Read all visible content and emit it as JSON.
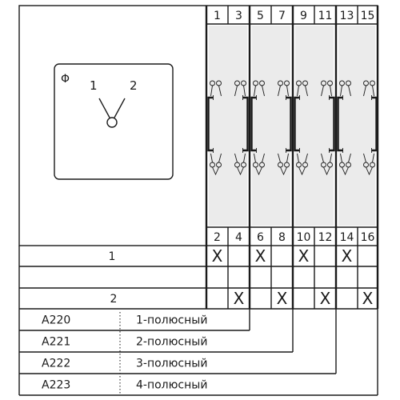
{
  "switch_symbol": {
    "label": "Φ",
    "positions": [
      "1",
      "2"
    ]
  },
  "terminals_top": [
    "1",
    "3",
    "5",
    "7",
    "9",
    "11",
    "13",
    "15"
  ],
  "terminals_bottom": [
    "2",
    "4",
    "6",
    "8",
    "10",
    "12",
    "14",
    "16"
  ],
  "positions": [
    {
      "label": "1",
      "marks": [
        "X",
        "",
        "X",
        "",
        "X",
        "",
        "X",
        ""
      ]
    },
    {
      "label": "",
      "marks": [
        "",
        "",
        "",
        "",
        "",
        "",
        "",
        ""
      ]
    },
    {
      "label": "2",
      "marks": [
        "",
        "X",
        "",
        "X",
        "",
        "X",
        "",
        "X"
      ]
    }
  ],
  "models": [
    {
      "code": "A220",
      "desc": "1-полюсный",
      "poles": 1
    },
    {
      "code": "A221",
      "desc": "2-полюсный",
      "poles": 2
    },
    {
      "code": "A222",
      "desc": "3-полюсный",
      "poles": 3
    },
    {
      "code": "A223",
      "desc": "4-полюсный",
      "poles": 4
    }
  ],
  "colors": {
    "line": "#1a1a1a",
    "shade": "#ebebeb"
  }
}
